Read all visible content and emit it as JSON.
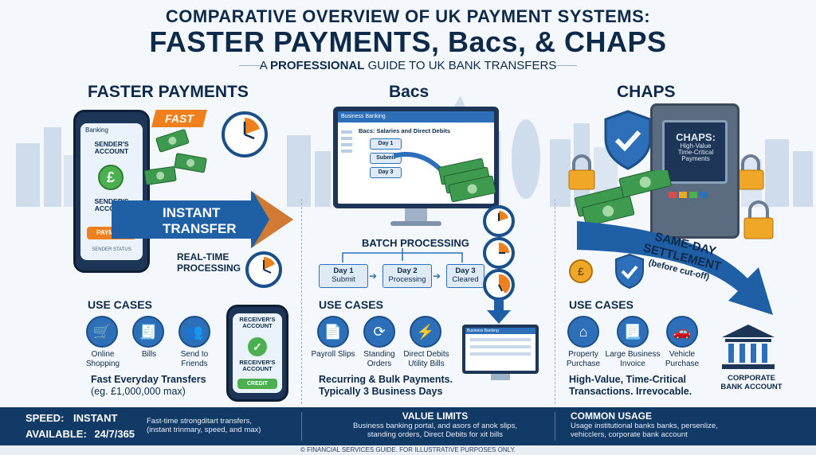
{
  "header": {
    "title_line1": "COMPARATIVE OVERVIEW OF UK PAYMENT SYSTEMS:",
    "title_line2": "FASTER PAYMENTS, Bacs, & CHAPS",
    "subtitle_pre": "A ",
    "subtitle_bold": "PROFESSIONAL",
    "subtitle_post": " GUIDE TO UK BANK TRANSFERS"
  },
  "faster": {
    "title": "FASTER PAYMENTS",
    "fast_tag": "FAST",
    "phone_header": "Banking",
    "sender_account": "SENDER'S ACCOUNT",
    "sender_account2": "SENDER'S ACCOUNT",
    "payment_button": "PAYMENT",
    "phone_footer": "SENDER STATUS",
    "instant_line1": "INSTANT",
    "instant_line2": "TRANSFER",
    "realtime_line1": "REAL-TIME",
    "realtime_line2": "PROCESSING",
    "use_cases_heading": "USE CASES",
    "use_cases": [
      {
        "label": "Online Shopping",
        "icon": "shopping-cart-icon"
      },
      {
        "label": "Bills",
        "icon": "bill-icon"
      },
      {
        "label": "Send to Friends",
        "icon": "friends-icon"
      }
    ],
    "receiver_account": "RECEIVER'S ACCOUNT",
    "receiver_account2": "RECEIVER'S ACCOUNT",
    "credit_button": "CREDIT",
    "summary_line1": "Fast Everyday Transfers",
    "summary_line2": "(eg. £1,000,000 max)"
  },
  "bacs": {
    "title": "Bacs",
    "monitor_header": "Business Banking",
    "monitor_title": "Bacs: Salaries and Direct Debits",
    "day1": "Day 1",
    "submit": "Submit",
    "day3": "Day 3",
    "batch_heading": "BATCH PROCESSING",
    "days": [
      {
        "day": "Day 1",
        "label": "Submit"
      },
      {
        "day": "Day 2",
        "label": "Processing"
      },
      {
        "day": "Day 3",
        "label": "Cleared"
      }
    ],
    "use_cases_heading": "USE CASES",
    "use_cases": [
      {
        "label": "Payroll Slips",
        "icon": "payroll-icon"
      },
      {
        "label": "Standing Orders",
        "icon": "repeat-icon"
      },
      {
        "label": "Direct Debits Utility Bills",
        "icon": "utility-icon"
      }
    ],
    "small_monitor_header": "Business Banking",
    "summary_line1": "Recurring & Bulk Payments.",
    "summary_line2": "Typically 3 Business Days"
  },
  "chaps": {
    "title": "CHAPS",
    "atm_line1": "CHAPS:",
    "atm_line2": "High-Value",
    "atm_line3": "Time-Critical",
    "atm_line4": "Payments",
    "same_day_line1": "SAME-DAY",
    "same_day_line2": "SETTLEMENT",
    "same_day_line3": "(before cut-off)",
    "use_cases_heading": "USE CASES",
    "use_cases": [
      {
        "label": "Property Purchase",
        "icon": "house-icon"
      },
      {
        "label": "Large Business Invoice",
        "icon": "invoice-icon"
      },
      {
        "label": "Vehicle Purchase",
        "icon": "car-icon"
      }
    ],
    "bank_label_line1": "CORPORATE",
    "bank_label_line2": "BANK ACCOUNT",
    "summary_line1": "High-Value, Time-Critical",
    "summary_line2": "Transactions. Irrevocable."
  },
  "footer": {
    "speed_label": "SPEED:",
    "speed_value": "INSTANT",
    "available_label": "AVAILABLE:",
    "available_value": "24/7/365",
    "col1_text_line1": "Fast-time strongditart transfers,",
    "col1_text_line2": "(instant trinmary, speed, and max)",
    "col2_heading": "VALUE LIMITS",
    "col2_text_line1": "Business banking portal, and asors of anok slips,",
    "col2_text_line2": "standing orders, Direct Debits for xit bills",
    "col3_heading": "COMMON USAGE",
    "col3_text_line1": "Usage institutional banks banks, persenlize,",
    "col3_text_line2": "vehicclers, corporate bank account"
  },
  "bottom_note": "© FINANCIAL SERVICES GUIDE. FOR ILLUSTRATIVE PURPOSES ONLY.",
  "colors": {
    "navy": "#0d2a4a",
    "blue": "#2d6fb8",
    "orange": "#f07f1e",
    "green": "#4caf50",
    "money_green": "#3d9a4f",
    "footer_bg": "#123a66"
  }
}
